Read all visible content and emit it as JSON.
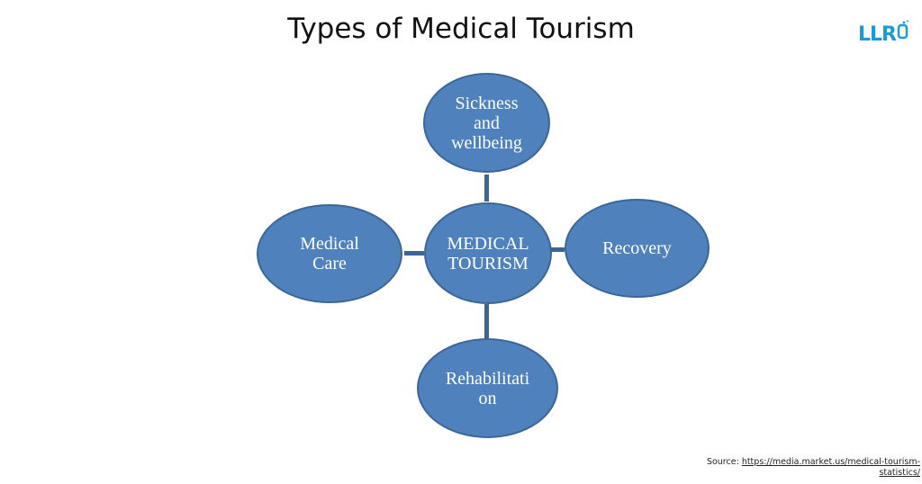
{
  "title": "Types of Medical Tourism",
  "logo": {
    "text": "LLR"
  },
  "diagram": {
    "center": "MEDICAL\nTOURISM",
    "nodes": {
      "top": "Sickness\nand\nwellbeing",
      "left": "Medical\nCare",
      "right": "Recovery",
      "bottom": "Rehabilitati\non"
    }
  },
  "source": {
    "label": "Source:",
    "link": "https://media.market.us/medical-tourism-statistics/"
  },
  "colors": {
    "node_fill": "#4f81bd",
    "node_border": "#3b6698",
    "connector": "#3d6592",
    "logo": "#1a9ad6"
  }
}
